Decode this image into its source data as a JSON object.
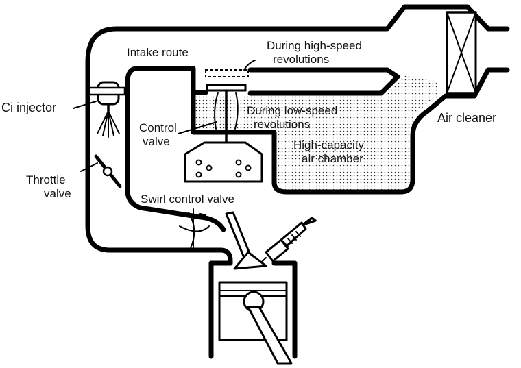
{
  "labels": {
    "intake_route": "Intake route",
    "high_speed_line1": "During high-speed",
    "high_speed_line2": "revolutions",
    "low_speed_line1": "During low-speed",
    "low_speed_line2": "revolutions",
    "ci_injector": "Ci injector",
    "control_valve_line1": "Control",
    "control_valve_line2": "valve",
    "high_capacity_line1": "High-capacity",
    "high_capacity_line2": "air chamber",
    "air_cleaner": "Air cleaner",
    "throttle_line1": "Throttle",
    "throttle_line2": "valve",
    "swirl_control_valve": "Swirl control valve"
  }
}
